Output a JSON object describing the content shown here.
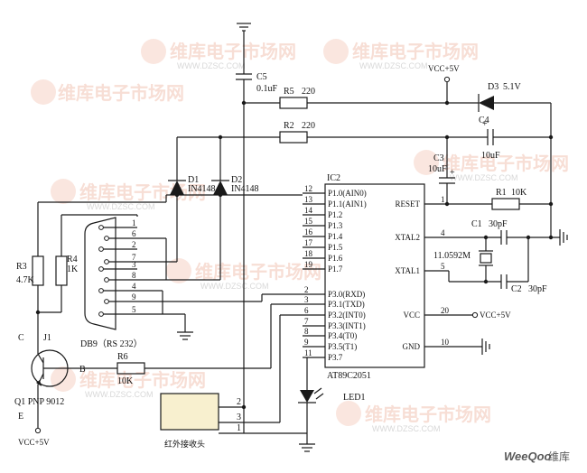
{
  "watermark": {
    "brand": "维库电子市场网",
    "url": "WWW.DZSC.COM",
    "footer_brand": "WeeQoo",
    "footer_suffix": "维库"
  },
  "ic": {
    "ref": "IC2",
    "part": "AT89C2051",
    "left_pins": [
      {
        "num": "12",
        "name": "P1.0(AIN0)"
      },
      {
        "num": "13",
        "name": "P1.1(AIN1)"
      },
      {
        "num": "14",
        "name": "P1.2"
      },
      {
        "num": "15",
        "name": "P1.3"
      },
      {
        "num": "16",
        "name": "P1.4"
      },
      {
        "num": "17",
        "name": "P1.5"
      },
      {
        "num": "18",
        "name": "P1.6"
      },
      {
        "num": "19",
        "name": "P1.7"
      },
      {
        "num": "2",
        "name": "P3.0(RXD)"
      },
      {
        "num": "3",
        "name": "P3.1(TXD)"
      },
      {
        "num": "6",
        "name": "P3.2(INT0)"
      },
      {
        "num": "7",
        "name": "P3.3(INT1)"
      },
      {
        "num": "8",
        "name": "P3.4(T0)"
      },
      {
        "num": "9",
        "name": "P3.5(T1)"
      },
      {
        "num": "11",
        "name": "P3.7"
      }
    ],
    "right_pins": [
      {
        "num": "1",
        "name": "RESET"
      },
      {
        "num": "4",
        "name": "XTAL2"
      },
      {
        "num": "5",
        "name": "XTAL1"
      },
      {
        "num": "20",
        "name": "VCC"
      },
      {
        "num": "10",
        "name": "GND"
      }
    ]
  },
  "components": {
    "c5": "C5",
    "c5_val": "0.1uF",
    "r5": "R5",
    "r5_val": "220",
    "r2": "R2",
    "r2_val": "220",
    "d3": "D3",
    "d3_val": "5.1V",
    "c4": "C4",
    "c4_val": "10uF",
    "c3": "C3",
    "c3_val": "10uF",
    "r1": "R1",
    "r1_val": "10K",
    "c1": "C1",
    "c1_val": "30pF",
    "c2": "C2",
    "c2_val": "30pF",
    "xtal": "11.0592M",
    "d1": "D1",
    "d1_val": "IN4148",
    "d2": "D2",
    "d2_val": "IN4148",
    "r3": "R3",
    "r3_val": "4.7K",
    "r4": "R4",
    "r4_val": "1K",
    "r6": "R6",
    "r6_val": "10K",
    "j1": "J1",
    "db9": "DB9（RS 232）",
    "db9_pins": [
      "1",
      "6",
      "2",
      "7",
      "3",
      "8",
      "4",
      "9",
      "5"
    ],
    "q1": "Q1 PNP 9012",
    "q_c": "C",
    "q_b": "B",
    "q_e": "E",
    "led": "LED1",
    "ir": "红外接收头",
    "ir_pins": [
      "2",
      "3",
      "1"
    ],
    "plus": "+"
  },
  "power": {
    "vcc_top": "VCC+5V",
    "vcc_ic": "VCC+5V",
    "vcc_bottom": "VCC+5V"
  }
}
